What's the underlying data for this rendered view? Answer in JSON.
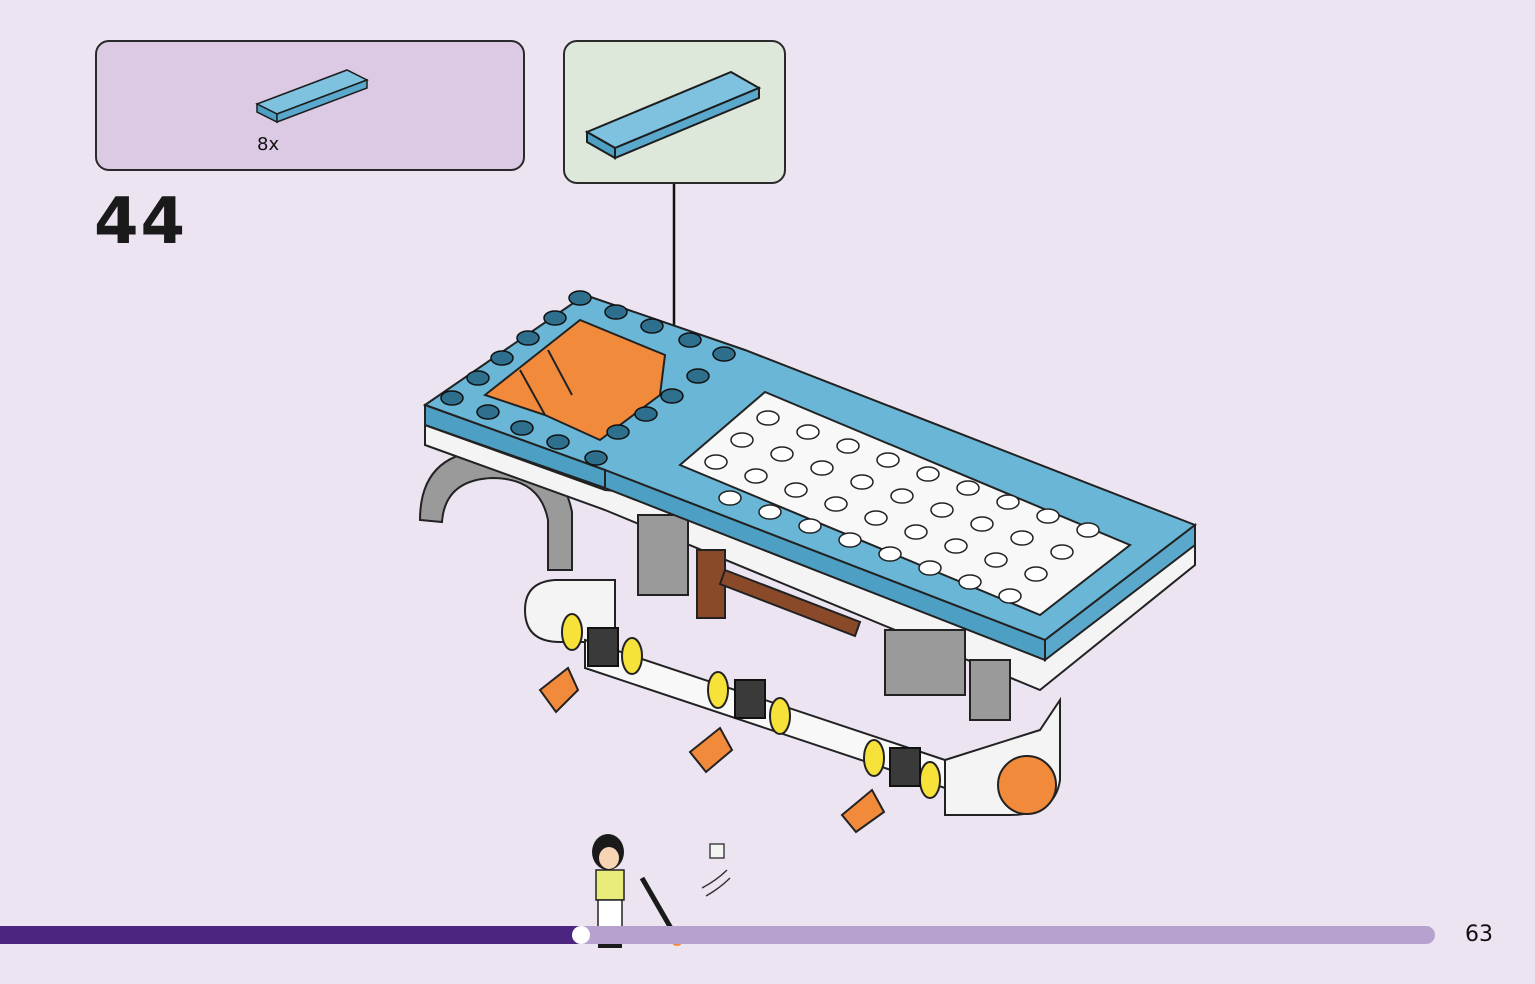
{
  "parts_callout": {
    "count": "8x"
  },
  "step": {
    "number": "44"
  },
  "progress": {
    "fraction": 0.405
  },
  "page": {
    "number": "63"
  },
  "colors": {
    "tile_blue": "#6ab6d6",
    "orange": "#f28a3c",
    "progress_dark": "#4b2580",
    "progress_light": "#b6a1cf",
    "background": "#ede4f2"
  }
}
